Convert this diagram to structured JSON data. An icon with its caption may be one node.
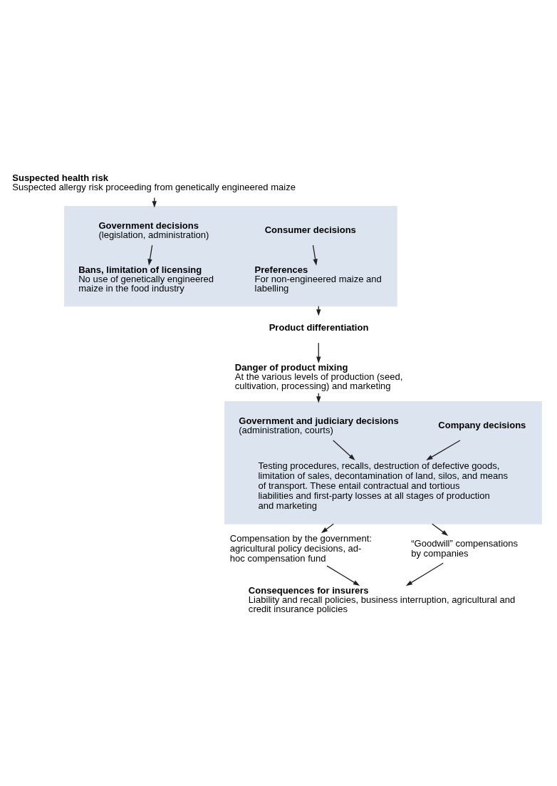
{
  "diagram": {
    "nodes": [
      {
        "text": [
          "Suspected health risk",
          "Suspected allergy risk proceeding from genetically engineered maize"
        ]
      },
      {
        "text": [],
        "shape": "box"
      },
      {
        "text": [
          "Government decisions",
          "(legislation, administration)"
        ],
        "in": 1
      },
      {
        "text": [
          "Consumer decisions"
        ],
        "in": 1
      },
      {
        "text": [
          "Bans, limitation of licensing",
          "No use of genetically engineered maize in the food industry"
        ],
        "in": 1
      },
      {
        "text": [
          "Preferences",
          "For non-engineered maize and labelling"
        ],
        "in": 1
      },
      {
        "text": [
          "Product differentiation"
        ]
      },
      {
        "text": [
          "Danger of product mixing",
          "At the various levels of production (seed, cultivation, processing) and marketing"
        ]
      },
      {
        "text": [],
        "shape": "box"
      },
      {
        "text": [
          "Government and judiciary decisions",
          "(administration, courts)"
        ],
        "in": 8
      },
      {
        "text": [
          "Company decisions"
        ],
        "in": 8
      },
      {
        "text": [
          "Testing procedures, recalls, destruction of defective goods, limitation of sales, decontamination of land, silos, and means of transport. These entail contractual and tortious liabilities and first-party losses at all stages of production and marketing"
        ],
        "in": 8
      },
      {
        "text": [
          "Compensation by the government: agricultural policy decisions, ad-hoc compensation fund"
        ]
      },
      {
        "text": [
          "“Goodwill” compensations by companies"
        ]
      },
      {
        "text": [
          "Consequences for insurers",
          "Liability and recall policies, business interruption, agricultural and credit insurance policies"
        ]
      }
    ],
    "edges": [
      {
        "from": 0,
        "to": 1,
        "arrow": "to"
      },
      {
        "from": 2,
        "to": 4,
        "arrow": "to"
      },
      {
        "from": 3,
        "to": 5,
        "arrow": "to"
      },
      {
        "from": 1,
        "to": 6,
        "arrow": "to"
      },
      {
        "from": 6,
        "to": 7,
        "arrow": "to"
      },
      {
        "from": 7,
        "to": 8,
        "arrow": "to"
      },
      {
        "from": 9,
        "to": 11,
        "arrow": "to"
      },
      {
        "from": 10,
        "to": 11,
        "arrow": "to"
      },
      {
        "from": 8,
        "to": 12,
        "arrow": "to"
      },
      {
        "from": 8,
        "to": 13,
        "arrow": "to"
      },
      {
        "from": 12,
        "to": 14,
        "arrow": "to"
      },
      {
        "from": 13,
        "to": 14,
        "arrow": "to"
      }
    ]
  }
}
